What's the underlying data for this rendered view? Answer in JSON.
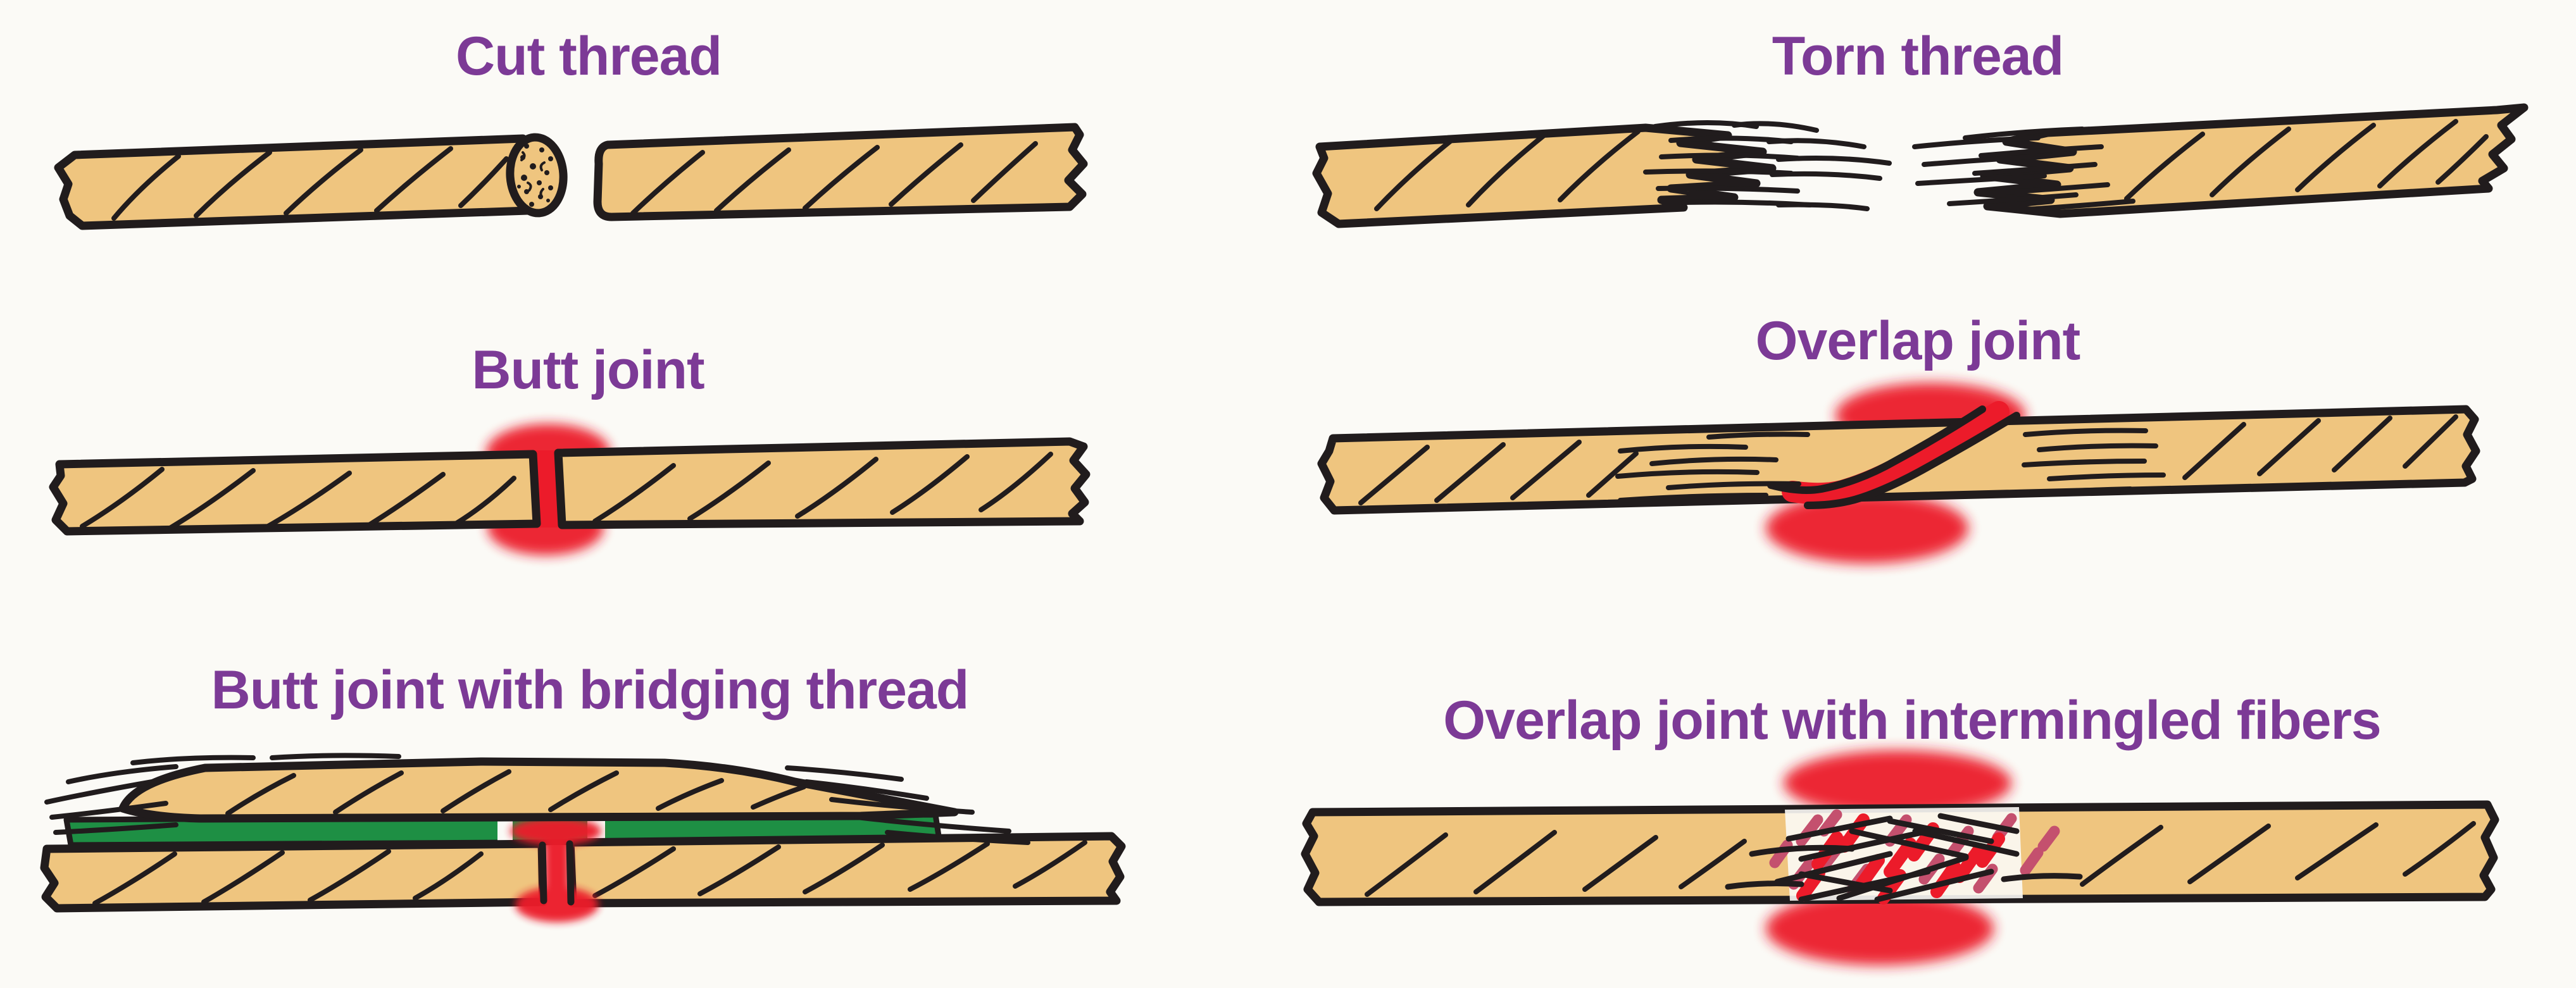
{
  "colors": {
    "paper": "#FBFAF6",
    "thread": "#EFC57F",
    "outline": "#211C1D",
    "label": "#7C3A96",
    "glue": "#EC1B2A",
    "adhesive": "#1E8F44",
    "fiber_pink": "#C4506E"
  },
  "panels": [
    {
      "id": "cut-thread",
      "label": "Cut thread"
    },
    {
      "id": "torn-thread",
      "label": "Torn thread"
    },
    {
      "id": "butt-joint",
      "label": "Butt joint"
    },
    {
      "id": "overlap-joint",
      "label": "Overlap joint"
    },
    {
      "id": "butt-joint-bridging",
      "label": "Butt joint with bridging thread"
    },
    {
      "id": "overlap-joint-intermingled",
      "label": "Overlap joint with intermingled fibers"
    }
  ]
}
